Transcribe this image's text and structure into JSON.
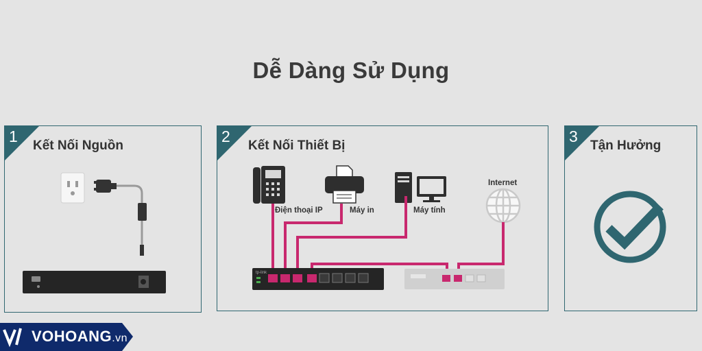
{
  "title": "Dễ Dàng Sử Dụng",
  "steps": [
    {
      "number": "1",
      "label": "Kết Nối Nguồn"
    },
    {
      "number": "2",
      "label": "Kết Nối Thiết Bị"
    },
    {
      "number": "3",
      "label": "Tận Hưởng"
    }
  ],
  "devices": {
    "ip_phone": "Điện thoại IP",
    "printer": "Máy in",
    "computer": "Máy tính",
    "internet": "Internet"
  },
  "brand": {
    "name": "VOHOANG",
    "domain": ".vn",
    "switch_logo": "tp-link"
  },
  "colors": {
    "accent": "#2f6670",
    "cable": "#c8286e",
    "brand_bg": "#0f2a6b"
  }
}
